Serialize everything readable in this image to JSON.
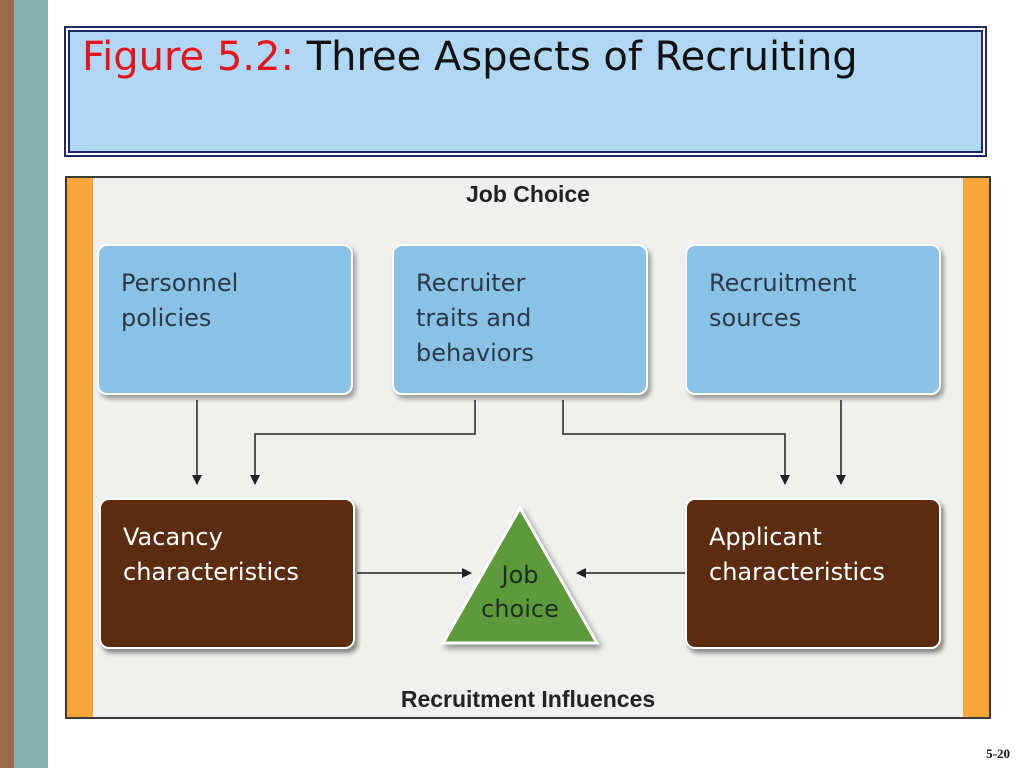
{
  "slide": {
    "title_label": "Figure 5.2:",
    "title_text": " Three Aspects of Recruiting",
    "slide_number": "5-20"
  },
  "diagram": {
    "top_heading": "Job Choice",
    "bottom_heading": "Recruitment Influences",
    "influences": [
      {
        "label": "Personnel\npolicies"
      },
      {
        "label": "Recruiter\ntraits and\nbehaviors"
      },
      {
        "label": "Recruitment\nsources"
      }
    ],
    "characteristics": [
      {
        "label": "Vacancy\ncharacteristics"
      },
      {
        "label": "Applicant\ncharacteristics"
      }
    ],
    "outcome": {
      "label": "Job\nchoice"
    },
    "colors": {
      "influence_box": "#8ac2e6",
      "characteristic_box": "#5b2c10",
      "outcome_triangle": "#5c9a3c",
      "side_bars": "#f9a63a",
      "title_box": "#b0d8f4",
      "title_label": "#e8121c"
    }
  }
}
